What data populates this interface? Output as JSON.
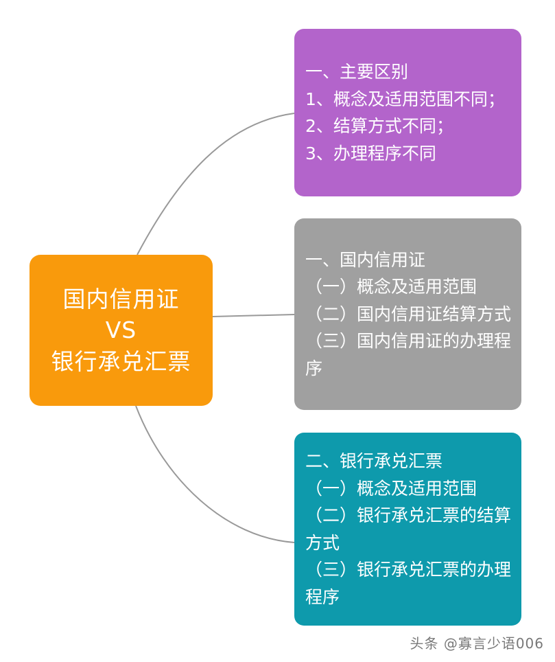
{
  "diagram": {
    "type": "mind-map",
    "background_color": "#ffffff",
    "connector_color": "#999999",
    "center": {
      "id": "center-node",
      "color": "#f99a0c",
      "text_color": "#ffffff",
      "lines": [
        "国内信用证",
        "VS",
        "银行承兑汇票"
      ]
    },
    "branches": [
      {
        "id": "branch-differences",
        "color": "#b364cb",
        "text_color": "#ffffff",
        "text": "一、主要区别\n1、概念及适用范围不同；\n2、结算方式不同；\n3、办理程序不同"
      },
      {
        "id": "branch-domestic-lc",
        "color": "#a0a0a0",
        "text_color": "#ffffff",
        "text": "一、国内信用证\n（一）概念及适用范围\n（二）国内信用证结算方式\n（三）国内信用证的办理程序"
      },
      {
        "id": "branch-bank-acceptance",
        "color": "#0e9aac",
        "text_color": "#ffffff",
        "text": "二、银行承兑汇票\n（一）概念及适用范围\n（二）银行承兑汇票的结算方式\n（三）银行承兑汇票的办理程序"
      }
    ]
  },
  "watermark": {
    "text": "头条 @寡言少语006"
  }
}
